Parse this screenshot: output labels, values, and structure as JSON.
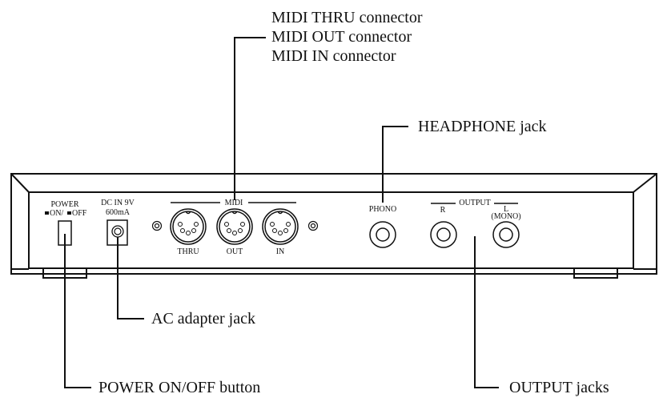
{
  "callouts": {
    "midi_thru": "MIDI THRU connector",
    "midi_out": "MIDI OUT connector",
    "midi_in": "MIDI IN connector",
    "headphone": "HEADPHONE jack",
    "ac_adapter": "AC adapter jack",
    "power": "POWER ON/OFF button",
    "output": "OUTPUT jacks"
  },
  "panel": {
    "power_title": "POWER",
    "power_states": "ON/  OFF",
    "dc_in_line1": "DC IN 9V",
    "dc_in_line2": "600mA",
    "midi_group": "MIDI",
    "midi_ports": [
      "THRU",
      "OUT",
      "IN"
    ],
    "phono": "PHONO",
    "output_group": "OUTPUT",
    "output_r": "R",
    "output_l": "L",
    "output_mono": "(MONO)"
  }
}
